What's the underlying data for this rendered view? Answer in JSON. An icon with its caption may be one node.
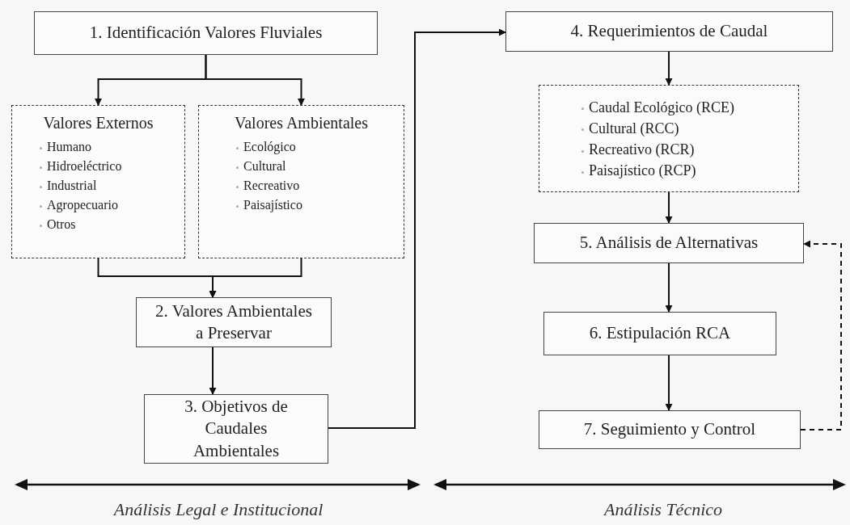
{
  "diagram": {
    "nodes": [
      {
        "text": [
          "1. Identificación Valores Fluviales"
        ]
      },
      {
        "text": [
          "Valores Externos",
          "Humano",
          "Hidroeléctrico",
          "Industrial",
          "Agropecuario",
          "Otros"
        ]
      },
      {
        "text": [
          "Valores Ambientales",
          "Ecológico",
          "Cultural",
          "Recreativo",
          "Paisajístico"
        ]
      },
      {
        "text": [
          "2. Valores Ambientales a Preservar"
        ]
      },
      {
        "text": [
          "3. Objetivos de Caudales Ambientales"
        ]
      },
      {
        "text": [
          "4. Requerimientos de Caudal"
        ]
      },
      {
        "text": [
          "Caudal Ecológico (RCE)",
          "Cultural (RCC)",
          "Recreativo (RCR)",
          "Paisajístico (RCP)"
        ]
      },
      {
        "text": [
          "5. Análisis de Alternativas"
        ]
      },
      {
        "text": [
          "6. Estipulación RCA"
        ]
      },
      {
        "text": [
          "7. Seguimiento y Control"
        ]
      }
    ],
    "edges": [
      {
        "from": 0,
        "to": 1,
        "arrow": "to"
      },
      {
        "from": 0,
        "to": 2,
        "arrow": "to"
      },
      {
        "from": 1,
        "to": 3,
        "arrow": "to"
      },
      {
        "from": 2,
        "to": 3,
        "arrow": "to"
      },
      {
        "from": 3,
        "to": 4,
        "arrow": "to"
      },
      {
        "from": 4,
        "to": 5,
        "arrow": "to"
      },
      {
        "from": 5,
        "to": 6,
        "arrow": "to"
      },
      {
        "from": 6,
        "to": 7,
        "arrow": "to"
      },
      {
        "from": 7,
        "to": 8,
        "arrow": "to"
      },
      {
        "from": 8,
        "to": 9,
        "arrow": "to"
      },
      {
        "from": 9,
        "to": 7,
        "arrow": "to",
        "style": "dashed"
      }
    ],
    "labels": [
      "Análisis Legal e Institucional",
      "Análisis Técnico"
    ]
  }
}
